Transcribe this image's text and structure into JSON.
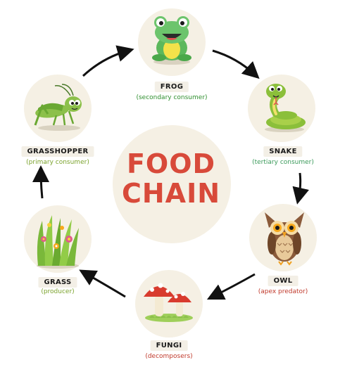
{
  "title": {
    "line1": "FOOD",
    "line2": "CHAIN"
  },
  "colors": {
    "title": "#d84a3a",
    "circle_bg": "#f5f0e4",
    "label_bg": "#f3efe6",
    "secondary_consumer": "#2f8f2f",
    "tertiary_consumer": "#3a9a5a",
    "apex_predator": "#c0392b",
    "decomposers": "#c0392b",
    "producer": "#7aa22b",
    "primary_consumer": "#7aa22b"
  },
  "nodes": [
    {
      "id": "frog",
      "name": "FROG",
      "role": "(secondary consumer)",
      "icon": "frog-icon"
    },
    {
      "id": "snake",
      "name": "SNAKE",
      "role": "(tertiary consumer)",
      "icon": "snake-icon"
    },
    {
      "id": "owl",
      "name": "OWL",
      "role": "(apex predator)",
      "icon": "owl-icon"
    },
    {
      "id": "fungi",
      "name": "FUNGI",
      "role": "(decomposers)",
      "icon": "mushroom-icon"
    },
    {
      "id": "grass",
      "name": "GRASS",
      "role": "(producer)",
      "icon": "grass-icon"
    },
    {
      "id": "grasshopper",
      "name": "GRASSHOPPER",
      "role": "(primary consumer)",
      "icon": "grasshopper-icon"
    }
  ]
}
